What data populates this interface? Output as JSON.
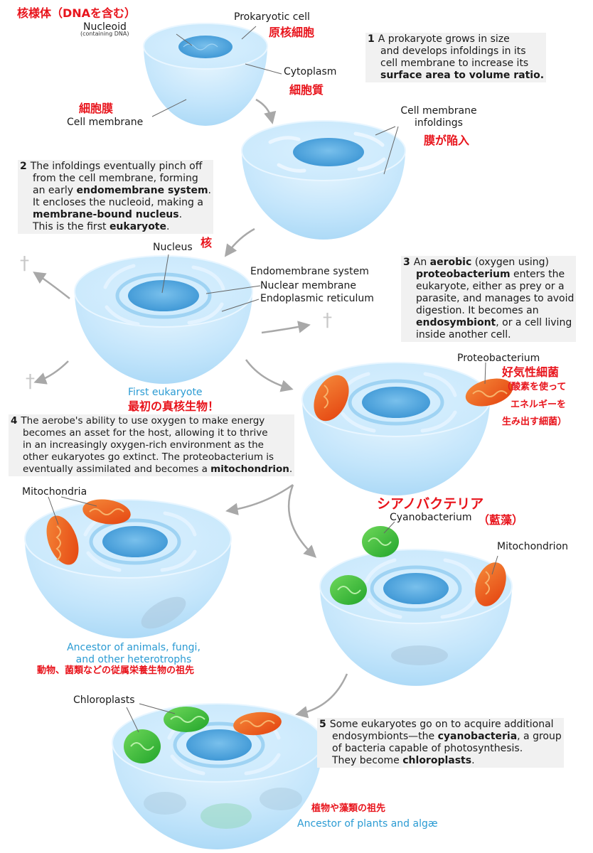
{
  "labels": {
    "jp_nucleoid": "核様体（DNAを含む）",
    "nucleoid": "Nucleoid",
    "containing_dna": "(containing DNA)",
    "prokaryotic_cell": "Prokaryotic cell",
    "jp_prokaryote": "原核細胞",
    "cytoplasm": "Cytoplasm",
    "jp_cytoplasm": "細胞質",
    "jp_cell_membrane": "細胞膜",
    "cell_membrane": "Cell membrane",
    "cell_membrane_infoldings_1": "Cell membrane",
    "cell_membrane_infoldings_2": "infoldings",
    "jp_infoldings": "膜が陥入",
    "nucleus": "Nucleus",
    "jp_nucleus": "核",
    "endomembrane_system": "Endomembrane system",
    "nuclear_membrane": "Nuclear membrane",
    "endoplasmic_reticulum": "Endoplasmic reticulum",
    "first_eukaryote": "First eukaryote",
    "jp_first_eukaryote": "最初の真核生物！",
    "proteobacterium": "Proteobacterium",
    "jp_aerobic_bacteria": "好気性細菌",
    "jp_aerobic_desc_1": "（酸素を使って",
    "jp_aerobic_desc_2": "エネルギーを",
    "jp_aerobic_desc_3": "生み出す細菌）",
    "mitochondria": "Mitochondria",
    "jp_cyanobacteria": "シアノバクテリア",
    "cyanobacterium": "Cyanobacterium",
    "jp_blue_green_algae": "（藍藻）",
    "mitochondrion": "Mitochondrion",
    "ancestor_animals_1": "Ancestor of animals, fungi,",
    "ancestor_animals_2": "and other heterotrophs",
    "jp_ancestor_animals": "動物、菌類などの従属栄養生物の祖先",
    "chloroplasts": "Chloroplasts",
    "jp_ancestor_plants": "植物や藻類の祖先",
    "ancestor_plants": "Ancestor of plants and algæ",
    "dagger": "†"
  },
  "steps": {
    "s1": {
      "num": "1",
      "l1": "A prokaryote grows in size",
      "l2": "and develops infoldings in its",
      "l3": "cell membrane to increase its",
      "l4": "surface area to volume ratio."
    },
    "s2": {
      "num": "2",
      "l1": "The infoldings eventually pinch off",
      "l2": "from the cell membrane, forming",
      "l3a": "an early ",
      "l3b": "endomembrane system",
      "l3c": ".",
      "l4": "It encloses the nucleoid, making a",
      "l5a": "membrane-bound nucleus",
      "l5b": ".",
      "l6a": "This is the first ",
      "l6b": "eukaryote",
      "l6c": "."
    },
    "s3": {
      "num": "3",
      "l1a": "An ",
      "l1b": "aerobic",
      "l1c": " (oxygen using)",
      "l2a": "proteobacterium",
      "l2b": " enters the",
      "l3": "eukaryote, either as prey or a",
      "l4": "parasite, and manages to avoid",
      "l5": "digestion. It becomes an",
      "l6a": "endosymbiont",
      "l6b": ", or a cell living",
      "l7": "inside another cell."
    },
    "s4": {
      "num": "4",
      "l1": "The aerobe's ability to use oxygen to make energy",
      "l2": "becomes an asset for the host, allowing it to thrive",
      "l3": "in an increasingly oxygen-rich environment as the",
      "l4": "other eukaryotes go extinct. The proteobacterium is",
      "l5a": "eventually assimilated and becomes a ",
      "l5b": "mitochondrion",
      "l5c": "."
    },
    "s5": {
      "num": "5",
      "l1": "Some eukaryotes go on to acquire additional",
      "l2a": "endosymbionts—the ",
      "l2b": "cyanobacteria",
      "l2c": ", a group",
      "l3": "of bacteria capable of photosynthesis.",
      "l4a": "They become ",
      "l4b": "chloroplasts",
      "l4c": "."
    }
  },
  "colors": {
    "cell_fill": "#bfe3fb",
    "cell_top": "#d8effd",
    "nucleus": "#4aa3dc",
    "membrane": "#d6ecfa",
    "mito": "#ee5a1c",
    "chloro": "#3cbf3c",
    "arrow": "#a8a8a8",
    "jp_red": "#e8141c",
    "caption_blue": "#2b9bd3"
  }
}
